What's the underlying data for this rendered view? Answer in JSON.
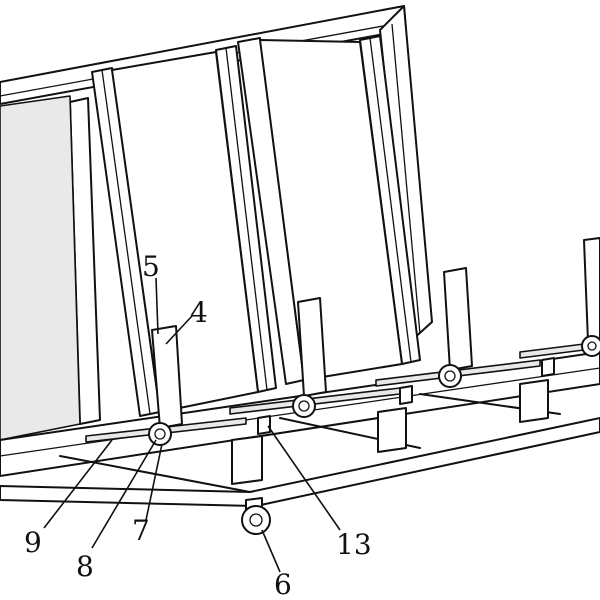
{
  "figure": {
    "labels": {
      "l4": "4",
      "l5": "5",
      "l6": "6",
      "l7": "7",
      "l8": "8",
      "l9": "9",
      "l13": "13"
    }
  }
}
